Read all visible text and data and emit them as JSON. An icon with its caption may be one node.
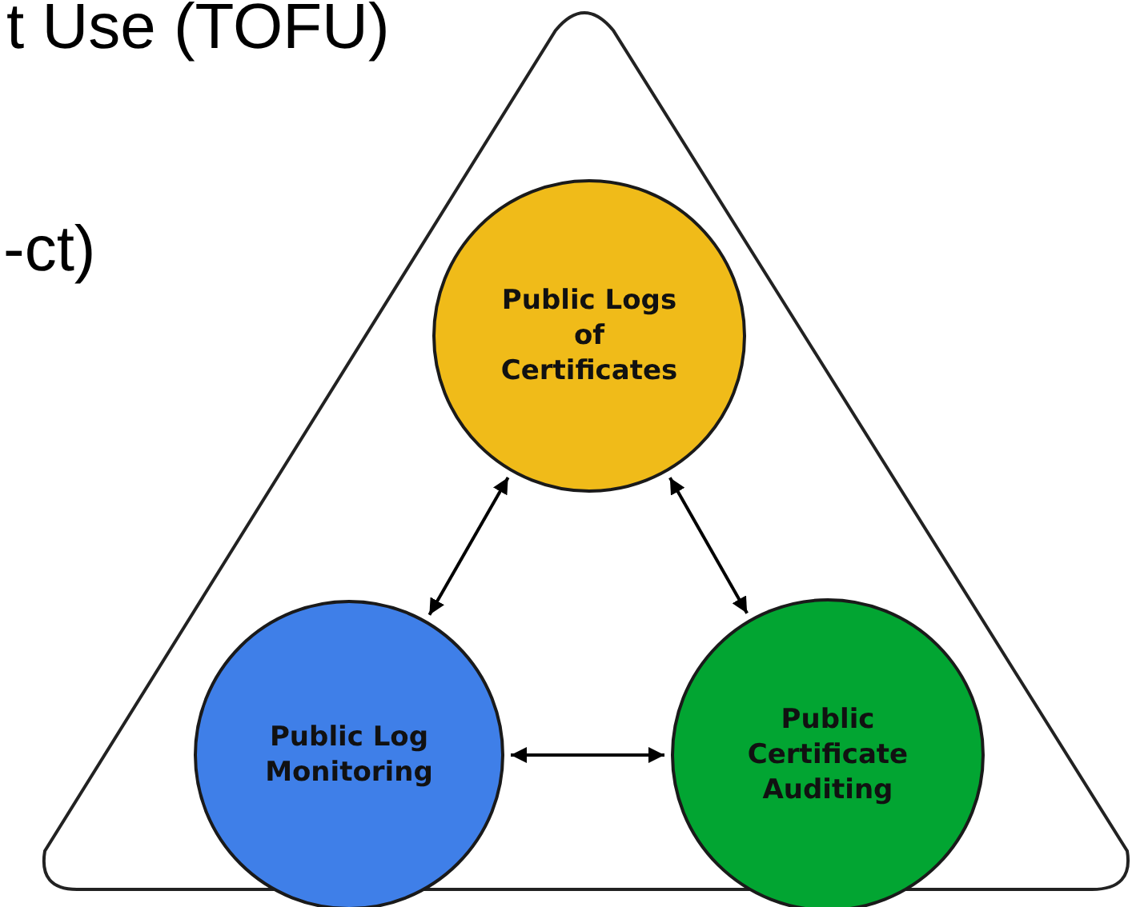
{
  "diagram": {
    "nodes": [
      {
        "text": [],
        "shape": "triangle"
      },
      {
        "text": [
          "Public Logs of Certificates"
        ],
        "in": 0
      },
      {
        "text": [
          "Public Log Monitoring"
        ],
        "in": 0
      },
      {
        "text": [
          "Public Certificate Auditing"
        ],
        "in": 0
      }
    ],
    "edges": [
      {
        "from": 1,
        "to": 2,
        "arrow": "both"
      },
      {
        "from": 1,
        "to": 3,
        "arrow": "both"
      },
      {
        "from": 2,
        "to": 3,
        "arrow": "both"
      }
    ],
    "labels": [
      "t Use (TOFU)",
      "-ct)"
    ]
  }
}
